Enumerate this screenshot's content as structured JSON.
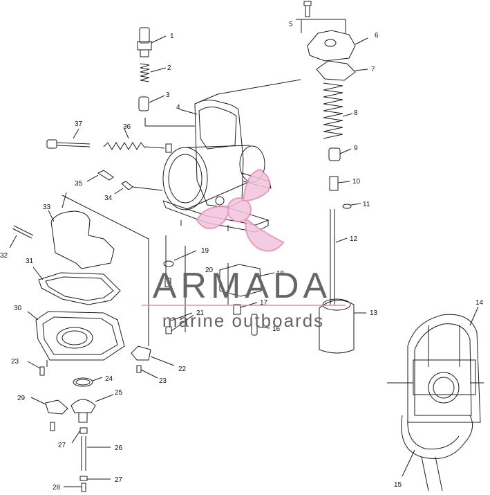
{
  "brand": {
    "name": "ARMADA",
    "tagline": "marine outboards",
    "logo": "propeller-logo",
    "name_color": "#6b6b6b",
    "logo_color": "#e58ab8"
  },
  "callouts": [
    "1",
    "2",
    "3",
    "4",
    "5",
    "6",
    "7",
    "8",
    "9",
    "10",
    "11",
    "12",
    "13",
    "14",
    "15",
    "16",
    "17",
    "18",
    "19",
    "20",
    "21",
    "22",
    "23",
    "23",
    "24",
    "25",
    "26",
    "27",
    "27",
    "28",
    "29",
    "30",
    "31",
    "32",
    "33",
    "34",
    "35",
    "36",
    "37"
  ],
  "colors": {
    "line": "#1a1a1a",
    "background": "#ffffff"
  }
}
